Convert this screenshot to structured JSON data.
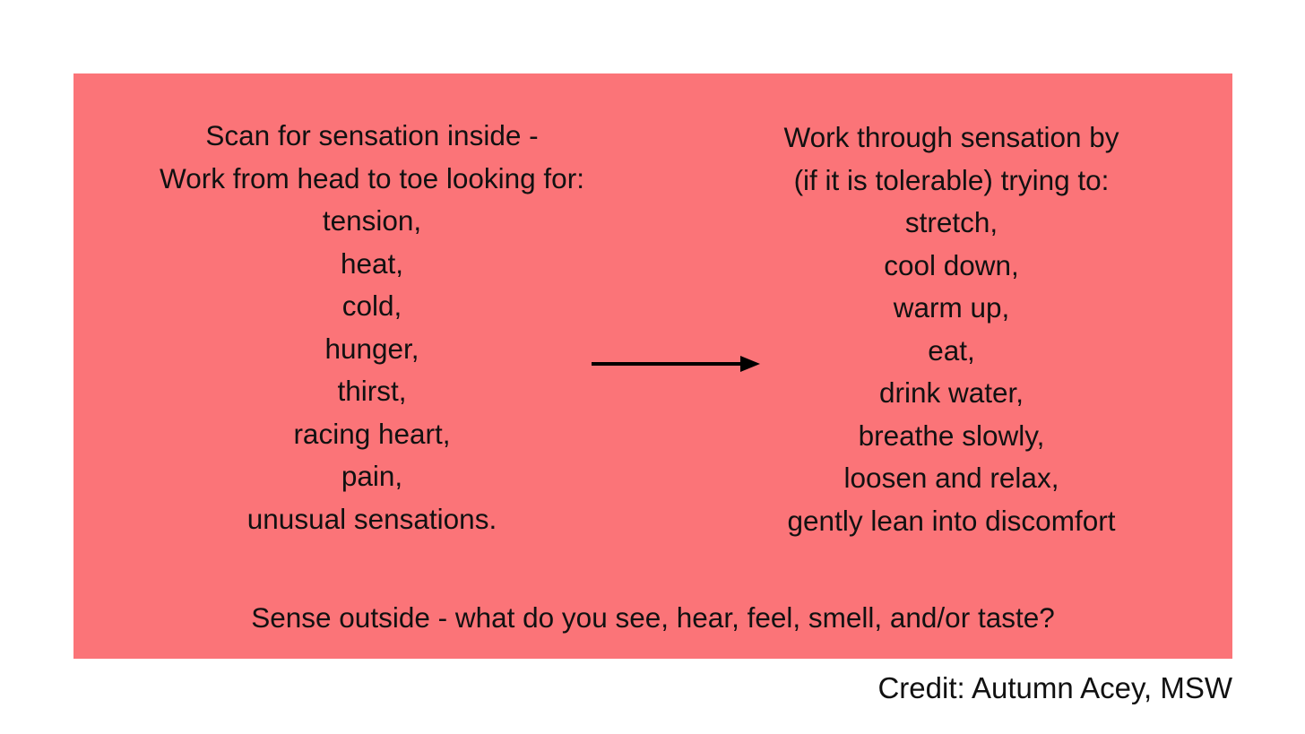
{
  "canvas": {
    "background_color": "#ffffff",
    "panel_color": "#fb7478",
    "text_color": "#111111"
  },
  "panel": {
    "left_column": {
      "heading_lines": [
        "Scan for sensation inside -",
        "Work from head to toe looking for:"
      ],
      "items": [
        "tension,",
        "heat,",
        "cold,",
        "hunger,",
        "thirst,",
        "racing heart,",
        "pain,",
        "unusual sensations."
      ]
    },
    "right_column": {
      "heading_lines": [
        "Work through sensation by",
        "(if it is tolerable) trying to:"
      ],
      "items": [
        "stretch,",
        "cool down,",
        "warm up,",
        "eat,",
        "drink water,",
        "breathe slowly,",
        "loosen and relax,",
        "gently lean into discomfort"
      ]
    },
    "arrow": {
      "icon": "right-arrow-icon",
      "direction": "right",
      "color": "#000000"
    },
    "bottom_sentence": "Sense outside - what do you see, hear, feel, smell, and/or taste?"
  },
  "credit": "Credit: Autumn Acey, MSW"
}
